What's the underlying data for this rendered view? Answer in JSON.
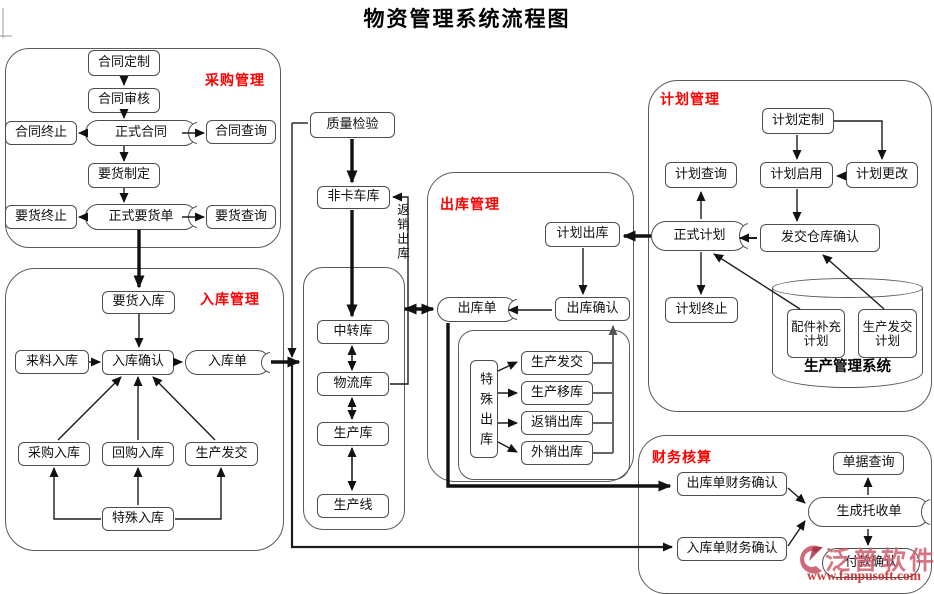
{
  "title": "物资管理系统流程图",
  "sections": {
    "purchase": "采购管理",
    "inbound": "入库管理",
    "outbound": "出库管理",
    "plan": "计划管理",
    "finance": "财务核算",
    "production_system": "生产管理系统"
  },
  "nodes": {
    "contract_create": "合同定制",
    "contract_review": "合同审核",
    "formal_contract": "正式合同",
    "contract_stop": "合同终止",
    "contract_query": "合同查询",
    "order_create": "要货制定",
    "formal_order": "正式要货单",
    "order_stop": "要货终止",
    "order_query": "要货查询",
    "req_in": "要货入库",
    "material_in": "来料入库",
    "in_confirm": "入库确认",
    "in_order": "入库单",
    "purchase_in": "采购入库",
    "buyback_in": "回购入库",
    "prod_deliver_in": "生产发交",
    "special_in": "特殊入库",
    "quality": "质量检验",
    "non_truck": "非卡车库",
    "transit": "中转库",
    "logistics": "物流库",
    "prod_wh": "生产库",
    "prod_line": "生产线",
    "return_out_label": "返销出库",
    "plan_out": "计划出库",
    "out_confirm": "出库确认",
    "out_order": "出库单",
    "special_out": "特殊出库",
    "prod_deliver_out": "生产发交",
    "prod_move": "生产移库",
    "return_out": "返销出库",
    "export_out": "外销出库",
    "plan_create": "计划定制",
    "plan_query": "计划查询",
    "plan_enable": "计划启用",
    "plan_change": "计划更改",
    "formal_plan": "正式计划",
    "deliver_confirm": "发交仓库确认",
    "plan_stop": "计划终止",
    "parts_plan": "配件补充计划",
    "prod_plan": "生产发交计划",
    "out_fin_confirm": "出库单财务确认",
    "doc_query": "单据查询",
    "collection": "生成托收单",
    "in_fin_confirm": "入库单财务确认",
    "payment": "付款确认"
  },
  "watermark": {
    "brand": "泛普软件",
    "url": "www.fanpusoft.com"
  },
  "colors": {
    "section_label": "#ff0000",
    "line": "#1c1c1c",
    "box_border": "#4d4d4d",
    "watermark_brand": "#ce5e6c",
    "watermark_url": "#c82828"
  }
}
